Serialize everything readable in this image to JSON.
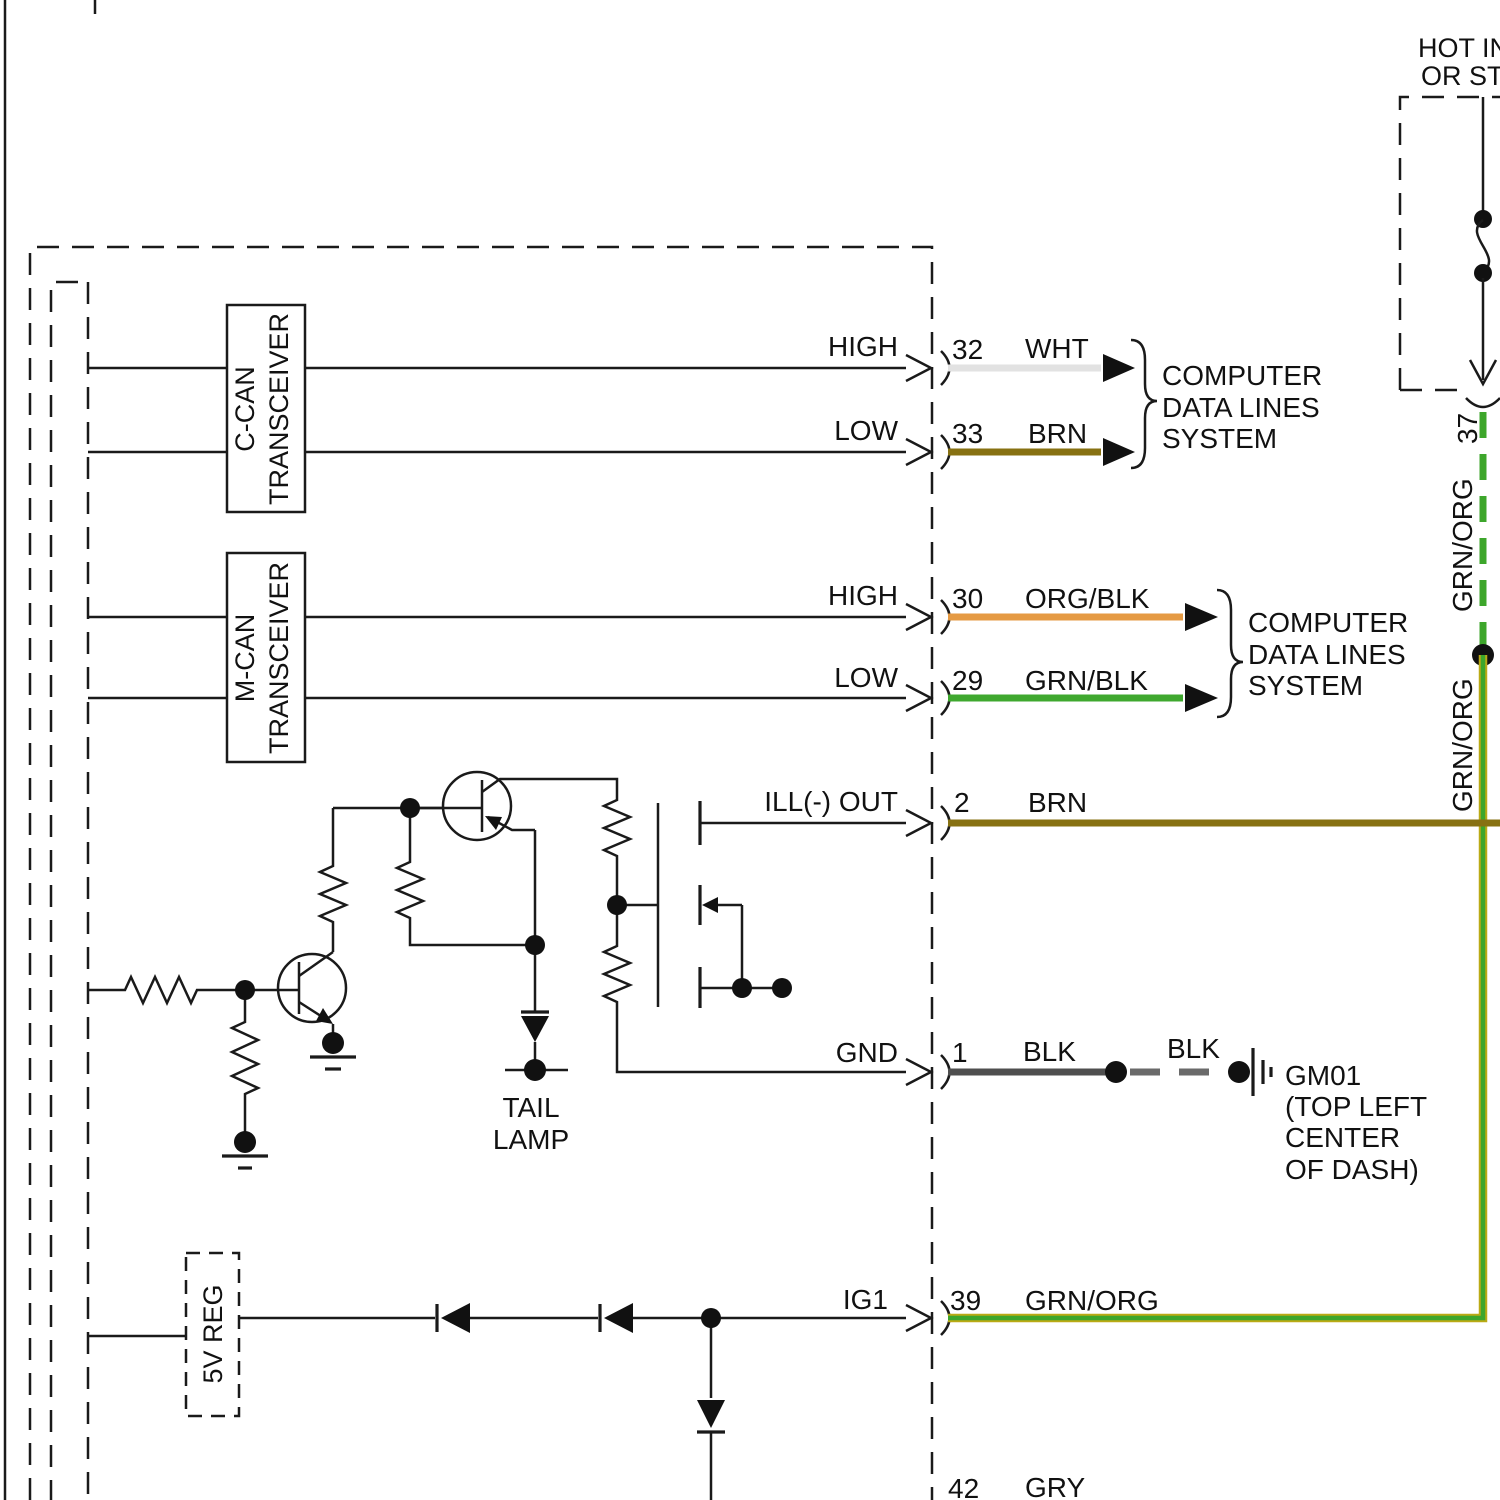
{
  "header": {
    "line1": "HOT IN ON",
    "line2": "OR START"
  },
  "modules": {
    "c_can": {
      "line1": "C-CAN",
      "line2": "TRANSCEIVER"
    },
    "m_can": {
      "line1": "M-CAN",
      "line2": "TRANSCEIVER"
    },
    "regulator": "5V REG",
    "tail_lamp": {
      "line1": "TAIL",
      "line2": "LAMP"
    }
  },
  "connector_pins": [
    {
      "signal": "HIGH",
      "pin": "32",
      "wire": "WHT"
    },
    {
      "signal": "LOW",
      "pin": "33",
      "wire": "BRN"
    },
    {
      "signal": "HIGH",
      "pin": "30",
      "wire": "ORG/BLK"
    },
    {
      "signal": "LOW",
      "pin": "29",
      "wire": "GRN/BLK"
    },
    {
      "signal": "ILL(-) OUT",
      "pin": "2",
      "wire": "BRN"
    },
    {
      "signal": "GND",
      "pin": "1",
      "wire": "BLK",
      "wire2": "BLK"
    },
    {
      "signal": "IG1",
      "pin": "39",
      "wire": "GRN/ORG"
    },
    {
      "pin": "42",
      "wire": "GRY"
    }
  ],
  "top_feed": {
    "pin": "37",
    "upper_label": "GRN/ORG",
    "lower_label": "GRN/ORG"
  },
  "destinations": {
    "data_lines_1": {
      "l1": "COMPUTER",
      "l2": "DATA LINES",
      "l3": "SYSTEM"
    },
    "data_lines_2": {
      "l1": "COMPUTER",
      "l2": "DATA LINES",
      "l3": "SYSTEM"
    },
    "ground": {
      "id": "GM01",
      "loc1": "(TOP LEFT",
      "loc2": "CENTER",
      "loc3": "OF DASH)"
    }
  },
  "colors": {
    "wht": "#E2E2E2",
    "brn": "#877112",
    "org_blk": "#E59A43",
    "grn_blk": "#3FA82F",
    "grn": "#3DA62B",
    "grn_org_edge": "#BBAA15",
    "blk": "#4F4F4F",
    "blk_dash": "#6A6A6A"
  }
}
